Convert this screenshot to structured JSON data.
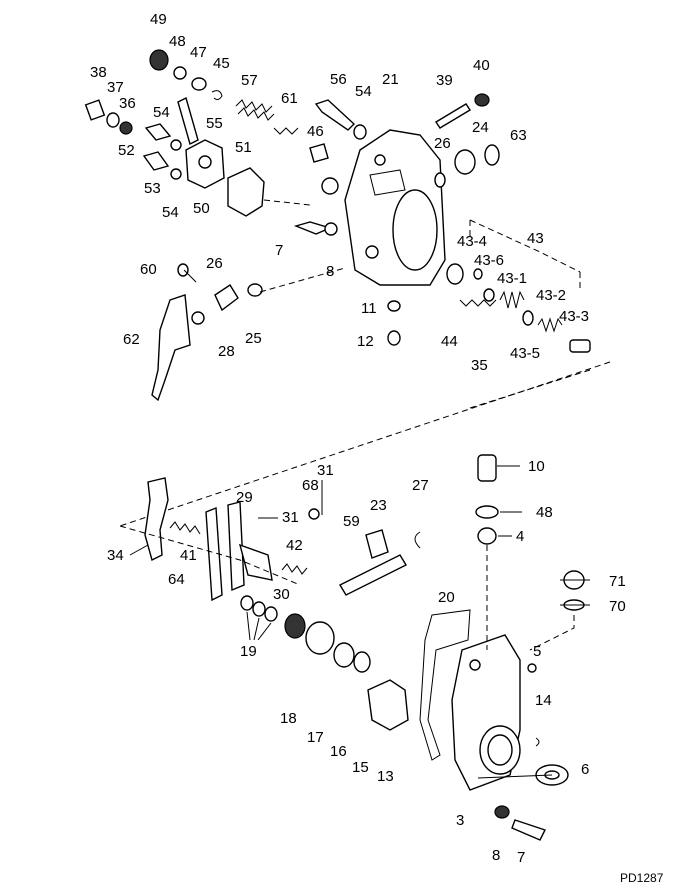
{
  "drawing_code": "PD1287",
  "callouts": {
    "c49": "49",
    "c48a": "48",
    "c47": "47",
    "c45": "45",
    "c38": "38",
    "c37": "37",
    "c36": "36",
    "c57": "57",
    "c56": "56",
    "c54a": "54",
    "c21": "21",
    "c39": "39",
    "c40": "40",
    "c54b": "54",
    "c55": "55",
    "c61": "61",
    "c46": "46",
    "c52": "52",
    "c24": "24",
    "c63": "63",
    "c26a": "26",
    "c51": "51",
    "c53": "53",
    "c54c": "54",
    "c50": "50",
    "c7a": "7",
    "c8a": "8",
    "c43": "43",
    "c43_4": "43-4",
    "c43_6": "43-6",
    "c43_1": "43-1",
    "c60": "60",
    "c26b": "26",
    "c43_2": "43-2",
    "c43_3": "43-3",
    "c11": "11",
    "c62": "62",
    "c28": "28",
    "c25": "25",
    "c12": "12",
    "c44": "44",
    "c35": "35",
    "c43_5": "43-5",
    "c10": "10",
    "c31a": "31",
    "c27": "27",
    "c68": "68",
    "c23": "23",
    "c29": "29",
    "c48b": "48",
    "c31b": "31",
    "c59": "59",
    "c4": "4",
    "c34": "34",
    "c41": "41",
    "c42": "42",
    "c64": "64",
    "c30": "30",
    "c71": "71",
    "c70": "70",
    "c20": "20",
    "c5": "5",
    "c19": "19",
    "c14": "14",
    "c18": "18",
    "c17": "17",
    "c16": "16",
    "c15": "15",
    "c13": "13",
    "c6": "6",
    "c3": "3",
    "c8b": "8",
    "c7b": "7"
  }
}
